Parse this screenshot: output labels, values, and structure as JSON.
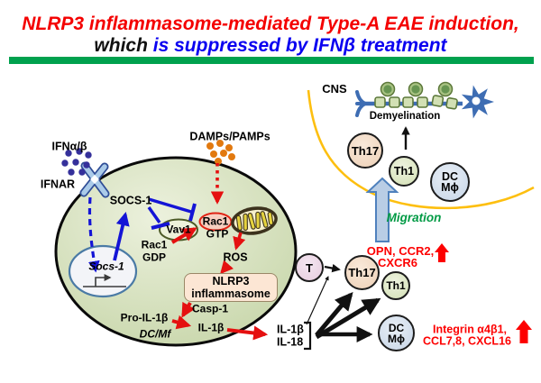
{
  "slide": {
    "title_line1": "NLRP3 inflammasome-mediated Type-A EAE induction,",
    "title_line2_prefix": "which ",
    "title_line2_suffix": "is suppressed by IFNβ treatment"
  },
  "stimuli": {
    "ifn": "IFNα/β",
    "ifnar": "IFNAR",
    "damps": "DAMPs/PAMPs"
  },
  "myeloid_cell": {
    "socs1": "SOCS-1",
    "vav1": "Vav1",
    "rac1": "Rac1",
    "gtp": "GTP",
    "rac1_gdp_line1": "Rac1",
    "rac1_gdp_line2": "GDP",
    "ros": "ROS",
    "nlrp3_line1": "NLRP3",
    "nlrp3_line2": "inflammasome",
    "casp1": "Casp-1",
    "pro_il1b": "Pro-IL-1β",
    "il1b": "IL-1β",
    "cell_type": "DC/Mf",
    "socs1_gene": "Socs-1"
  },
  "cns": {
    "label": "CNS",
    "demyelination": "Demyelination",
    "migration": "Migration",
    "th17": "Th17",
    "th1": "Th1",
    "dc_line1": "DC",
    "dc_line2": "Mϕ"
  },
  "periphery": {
    "t_cell": "T",
    "th17": "Th17",
    "th1": "Th1",
    "dc_line1": "DC",
    "dc_line2": "Mϕ",
    "il1b": "IL-1β",
    "il18": "IL-18",
    "opn_line1": "OPN, CCR2,",
    "opn_line2": "CXCR6",
    "integrin_line1": "Integrin α4β1,",
    "integrin_line2": "CCL7,8, CXCL16"
  },
  "colors": {
    "title_red": "#f40000",
    "title_blue": "#0a00f0",
    "divider_green": "#00a14e",
    "signal_blue": "#1414d6",
    "signal_red": "#e51010",
    "migration_green": "#009a44",
    "bbb_yellow": "#fdbf10",
    "upregulated_red": "#fd0000"
  }
}
